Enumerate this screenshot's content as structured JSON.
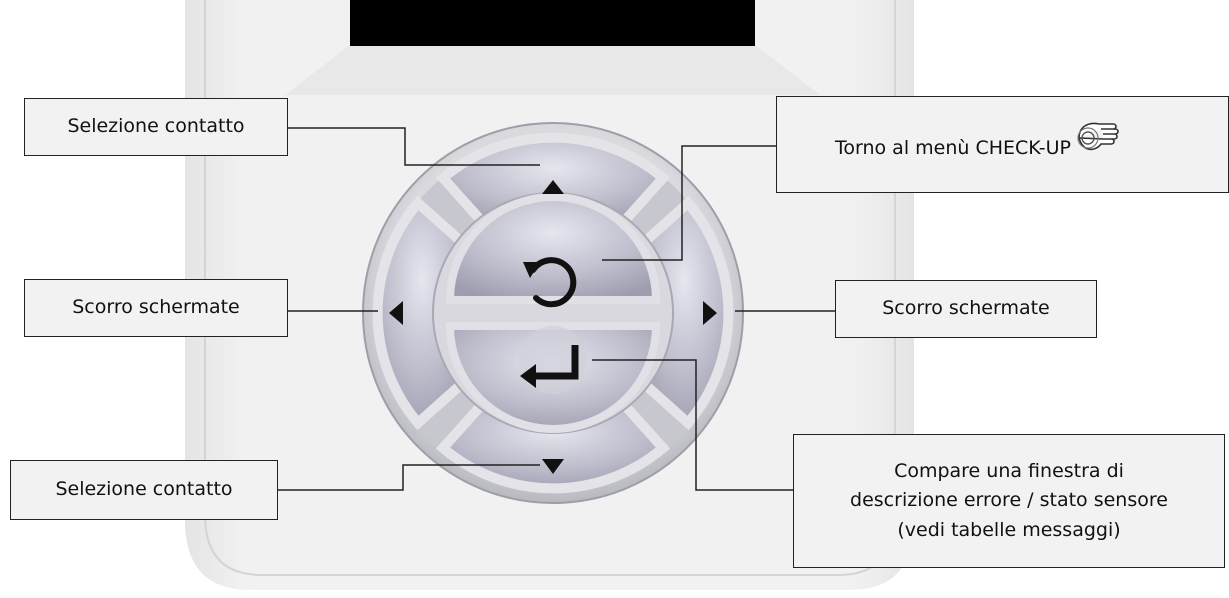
{
  "labels": {
    "up": "Selezione contatto",
    "down": "Selezione contatto",
    "left": "Scorro schermate",
    "right": "Scorro schermate",
    "back": "Torno al menù CHECK-UP",
    "enter": [
      "Compare una finestra di",
      "descrizione errore / stato sensore",
      "(vedi tabelle messaggi)"
    ]
  },
  "icons": {
    "up_arrow": "triangle-up-icon",
    "down_arrow": "triangle-down-icon",
    "left_arrow": "triangle-left-icon",
    "right_arrow": "triangle-right-icon",
    "back": "undo-arrow-icon",
    "enter": "enter-return-icon",
    "hand": "pointing-hand-icon"
  },
  "colors": {
    "device_body": "#efefef",
    "display": "#000000",
    "button": "#b9b9c8",
    "ring": "#dcdcdc",
    "label_fill": "#f2f2f2"
  }
}
